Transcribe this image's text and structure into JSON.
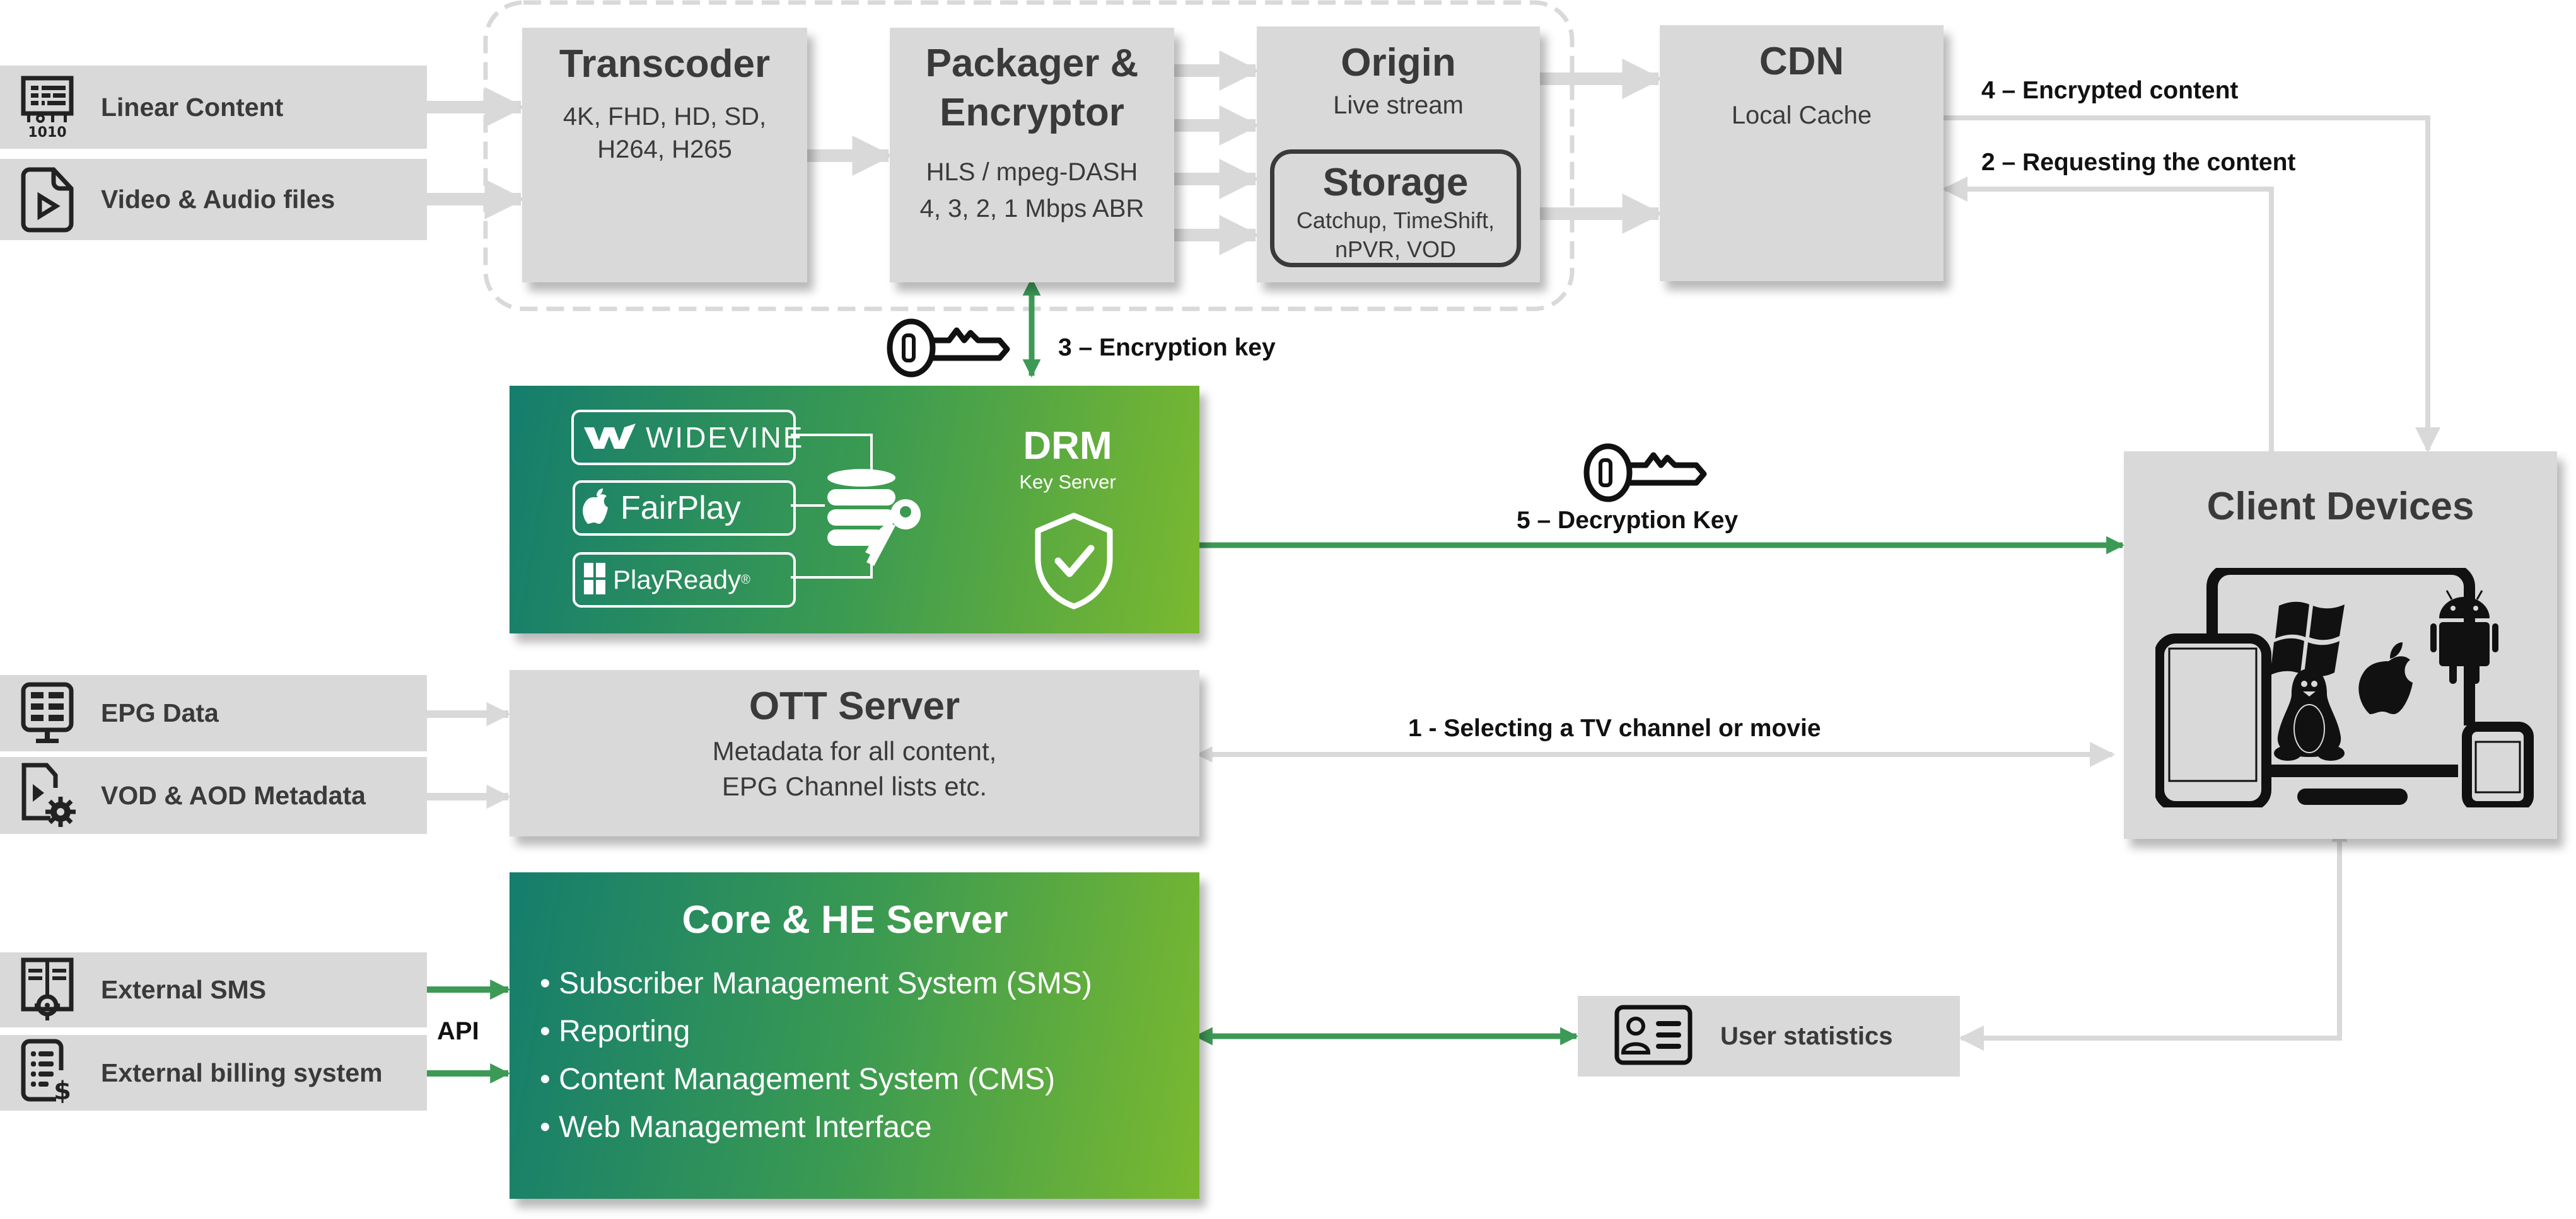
{
  "colors": {
    "box_gray": "#d9d9d9",
    "text_dark": "#3a3a3a",
    "arrow_gray": "#d9d9d9",
    "arrow_green": "#3d9a56",
    "gradient_start": "#157d6d",
    "gradient_end": "#7bb92f"
  },
  "sources": {
    "linear_content": {
      "label": "Linear Content",
      "icon": "binary-screen-icon"
    },
    "video_audio": {
      "label": "Video & Audio files",
      "icon": "video-file-icon"
    },
    "epg_data": {
      "label": "EPG Data",
      "icon": "epg-monitor-icon"
    },
    "vod_aod": {
      "label": "VOD & AOD Metadata",
      "icon": "file-gear-icon"
    },
    "external_sms": {
      "label": "External SMS",
      "icon": "book-gear-icon"
    },
    "external_billing": {
      "label": "External billing system",
      "icon": "billing-dollar-icon"
    }
  },
  "transcoder": {
    "title": "Transcoder",
    "lines": [
      "4K, FHD, HD, SD,",
      "H264, H265"
    ]
  },
  "packager": {
    "title_line1": "Packager &",
    "title_line2": "Encryptor",
    "lines": [
      "HLS / mpeg-DASH",
      "4, 3, 2, 1 Mbps ABR"
    ]
  },
  "origin": {
    "title": "Origin",
    "subtitle": "Live stream"
  },
  "storage": {
    "title": "Storage",
    "lines": [
      "Catchup, TimeShift,",
      "nPVR, VOD"
    ]
  },
  "cdn": {
    "title": "CDN",
    "subtitle": "Local Cache"
  },
  "drm": {
    "title": "DRM",
    "subtitle": "Key Server",
    "systems": [
      {
        "name": "WIDEVINE",
        "icon": "widevine-logo-icon"
      },
      {
        "name": "FairPlay",
        "icon": "apple-logo-icon"
      },
      {
        "name": "PlayReady",
        "mark": "®",
        "icon": "playready-logo-icon"
      }
    ]
  },
  "ott": {
    "title": "OTT Server",
    "lines": [
      "Metadata for all content,",
      "EPG Channel lists etc."
    ]
  },
  "core": {
    "title": "Core & HE Server",
    "items": [
      "Subscriber Management System (SMS)",
      "Reporting",
      "Content Management System (CMS)",
      "Web Management Interface"
    ]
  },
  "client": {
    "title": "Client Devices",
    "os_icons": [
      "windows",
      "android",
      "linux",
      "apple"
    ]
  },
  "user_stats": {
    "label": "User statistics"
  },
  "flows": {
    "step1": "1 - Selecting a TV channel or movie",
    "step2": "2 – Requesting the content",
    "step3": "3 – Encryption key",
    "step4": "4 – Encrypted content",
    "step5": "5 – Decryption Key",
    "api": "API"
  }
}
